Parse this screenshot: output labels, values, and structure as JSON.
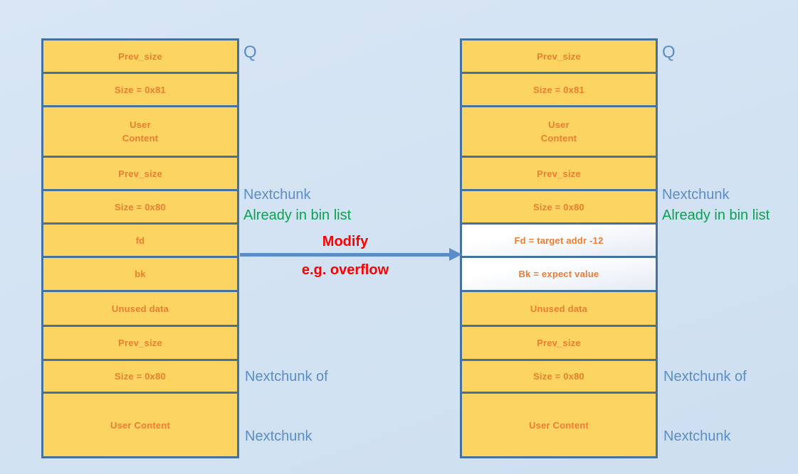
{
  "colors": {
    "background_from": "#d8e6f5",
    "background_to": "#cddff0",
    "cell_fill": "#fcd462",
    "cell_border": "#45719f",
    "cell_text": "#ed7d31",
    "label_blue": "#5b8dc9",
    "label_green": "#0aa150",
    "label_red": "#ff0000",
    "arrow": "#5b8dc9",
    "white_cell_from": "#ffffff",
    "white_cell_to": "#e5ebf4"
  },
  "columns": [
    {
      "name": "before",
      "marker": "Q",
      "rows": [
        {
          "style": "yellow",
          "lines": [
            "Prev_size"
          ]
        },
        {
          "style": "yellow",
          "lines": [
            "Size = 0x81"
          ]
        },
        {
          "style": "yellow",
          "lines": [
            "User",
            "Content"
          ]
        },
        {
          "style": "yellow",
          "lines": [
            "Prev_size"
          ]
        },
        {
          "style": "yellow",
          "lines": [
            "Size = 0x80"
          ]
        },
        {
          "style": "yellow",
          "lines": [
            "fd"
          ]
        },
        {
          "style": "yellow",
          "lines": [
            "bk"
          ]
        },
        {
          "style": "yellow",
          "lines": [
            "Unused data"
          ]
        },
        {
          "style": "yellow",
          "lines": [
            "Prev_size"
          ]
        },
        {
          "style": "yellow",
          "lines": [
            "Size = 0x80"
          ]
        },
        {
          "style": "yellow",
          "lines": [
            "User Content"
          ]
        }
      ]
    },
    {
      "name": "after",
      "marker": "Q",
      "rows": [
        {
          "style": "yellow",
          "lines": [
            "Prev_size"
          ]
        },
        {
          "style": "yellow",
          "lines": [
            "Size = 0x81"
          ]
        },
        {
          "style": "yellow",
          "lines": [
            "User",
            "Content"
          ]
        },
        {
          "style": "yellow",
          "lines": [
            "Prev_size"
          ]
        },
        {
          "style": "yellow",
          "lines": [
            "Size = 0x80"
          ]
        },
        {
          "style": "white",
          "lines": [
            "Fd = target addr -12"
          ]
        },
        {
          "style": "white",
          "lines": [
            "Bk = expect value"
          ]
        },
        {
          "style": "yellow",
          "lines": [
            "Unused data"
          ]
        },
        {
          "style": "yellow",
          "lines": [
            "Prev_size"
          ]
        },
        {
          "style": "yellow",
          "lines": [
            "Size = 0x80"
          ]
        },
        {
          "style": "yellow",
          "lines": [
            "User Content"
          ]
        }
      ]
    }
  ],
  "annotations": {
    "nextchunk": "Nextchunk",
    "already_in_bin": "Already in bin list",
    "nextchunk_of_line1": "Nextchunk of",
    "nextchunk_of_line2": "Nextchunk",
    "modify": "Modify",
    "overflow": "e.g. overflow"
  }
}
